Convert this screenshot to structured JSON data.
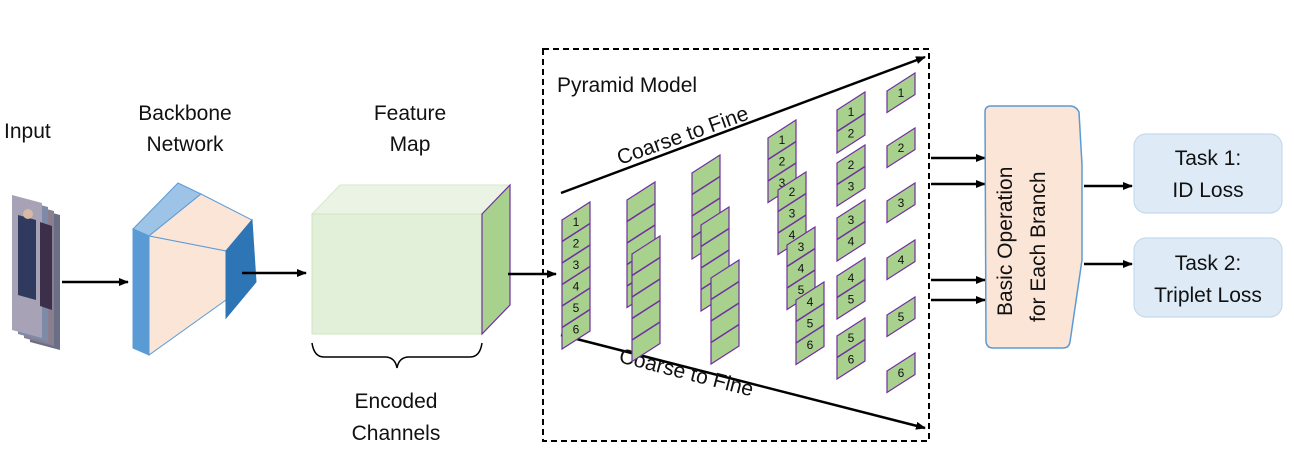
{
  "labels": {
    "input": "Input",
    "backbone_line1": "Backbone",
    "backbone_line2": "Network",
    "feature_line1": "Feature",
    "feature_line2": "Map",
    "encoded_line1": "Encoded",
    "encoded_line2": "Channels",
    "pyramid_title": "Pyramid Model",
    "coarse_top": "Coarse to Fine",
    "coarse_bottom": "Coarse to Fine",
    "basic_line1": "Basic Operation",
    "basic_line2": "for Each Branch",
    "task1_line1": "Task 1:",
    "task1_line2": "ID Loss",
    "task2_line1": "Task 2:",
    "task2_line2": "Triplet Loss"
  },
  "pyramid_levels": [
    {
      "strips": [
        [
          "1",
          "2",
          "3",
          "4",
          "5",
          "6"
        ]
      ]
    },
    {
      "strips": [
        [
          "",
          "",
          "",
          "",
          ""
        ],
        [
          "",
          "",
          "",
          "",
          ""
        ]
      ]
    },
    {
      "strips": [
        [
          "",
          "",
          "",
          ""
        ],
        [
          "",
          "",
          "",
          ""
        ],
        [
          "",
          "",
          "",
          ""
        ]
      ]
    },
    {
      "strips": [
        [
          "1",
          "2",
          "3"
        ],
        [
          "2",
          "3",
          "4"
        ],
        [
          "3",
          "4",
          "5"
        ],
        [
          "4",
          "5",
          "6"
        ]
      ]
    },
    {
      "strips": [
        [
          "1",
          "2"
        ],
        [
          "2",
          "3"
        ],
        [
          "3",
          "4"
        ],
        [
          "4",
          "5"
        ],
        [
          "5",
          "6"
        ]
      ]
    },
    {
      "strips": [
        [
          "1"
        ],
        [
          "2"
        ],
        [
          "3"
        ],
        [
          "4"
        ],
        [
          "5"
        ],
        [
          "6"
        ]
      ]
    }
  ],
  "colors": {
    "green": "#a9d18e",
    "purple": "#7030a0",
    "peach": "#fbe5d6",
    "blue_light": "#9dc3e6",
    "blue_dark": "#2e75b6",
    "feature_front": "#e2f0d9",
    "task_fill": "#deebf7",
    "basic_stroke": "#5b9bd5"
  }
}
